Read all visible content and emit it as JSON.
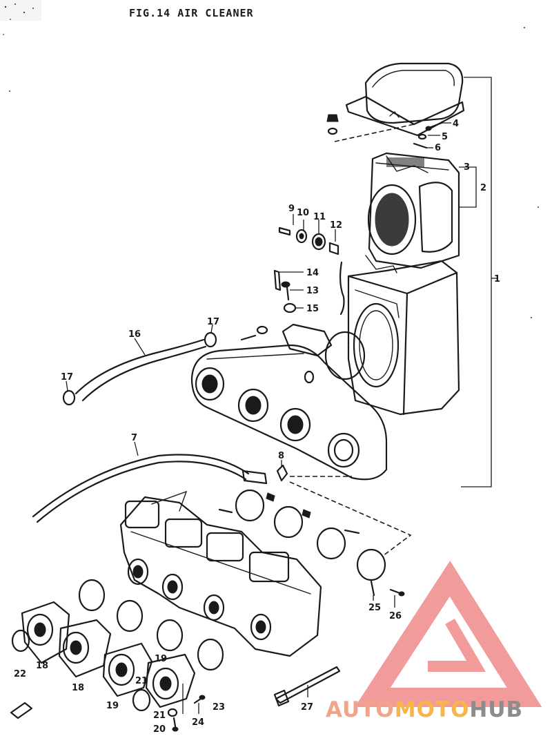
{
  "title": "FIG.14  AIR CLEANER",
  "watermark": {
    "part1": "AUTO",
    "part2": "MOTO",
    "part3": "HUB",
    "color_auto": "#f2a489",
    "color_moto": "#f7b54a",
    "color_hub": "#8c8c8c",
    "logo_color": "#f08a8a"
  },
  "callouts": {
    "c1": "1",
    "c2": "2",
    "c3": "3",
    "c4": "4",
    "c5": "5",
    "c6": "6",
    "c7": "7",
    "c8": "8",
    "c9": "9",
    "c10": "10",
    "c11": "11",
    "c12": "12",
    "c13": "13",
    "c14": "14",
    "c15": "15",
    "c16": "16",
    "c17a": "17",
    "c17b": "17",
    "c18a": "18",
    "c18b": "18",
    "c19a": "19",
    "c19b": "19",
    "c20": "20",
    "c21a": "21",
    "c21b": "21",
    "c22": "22",
    "c23": "23",
    "c24": "24",
    "c25": "25",
    "c26": "26",
    "c27": "27"
  }
}
